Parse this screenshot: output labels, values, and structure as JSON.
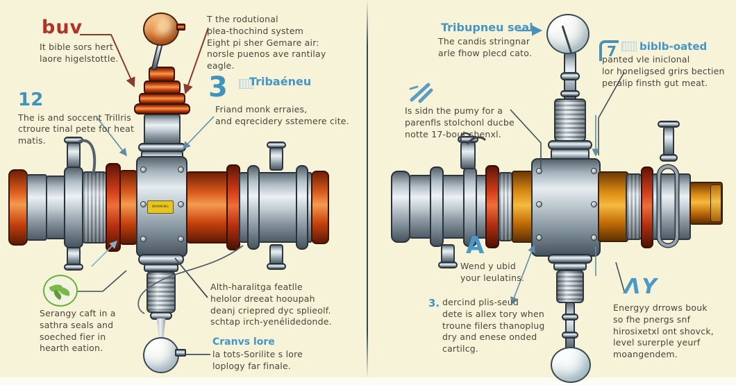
{
  "left_panel": {
    "buv": {
      "title": "buv",
      "body": "It bible sors hert\nlaore higelstottle."
    },
    "label12": {
      "number": "12",
      "body": "The is and soccent Trillris ctroure tinal pete for heat matis."
    },
    "rodutional": {
      "body": "T the rodutional\nplea-thochind system\nEight pi sher Gemare air:\nnorsle puenos ave rantilay\neagle."
    },
    "label3": {
      "number": "3",
      "title": "Tribaéneu",
      "body": "Friand monk erraies,\nand eqrecidery sstemere cite."
    },
    "serangy": {
      "body": "Serangy caft in a\nsathra seals and\nsoeched fier in\nhearth eation."
    },
    "alth": {
      "body": "Alth-haralitga featlle\nhelolor dreeat hooupah\ndeanj criepred dyc splieolf.\nschtap irch-yenélidedonde."
    },
    "cranvs": {
      "title": "Cranvs lore",
      "body": "la tots-Sorilite s lore\nloplogy far finale."
    },
    "warning_label": "WARNING"
  },
  "right_panel": {
    "tribupneu": {
      "title": "Tribupneu seal",
      "body": "The candis stringnar\narle fhow plecd cato."
    },
    "biblb": {
      "glyph": "7",
      "title": "biblb-oated",
      "body": "panted vle iniclonal\nlor honeligsed grirs bectien\nperalip finsth gut meat."
    },
    "issidn": {
      "body": "Is sidn the pumy for a\nparenfls stolchonl ducbe\nnotte 17-bout shenxl."
    },
    "wendy": {
      "glyph": "A",
      "body": "Wend y ubid\nyour leulatins."
    },
    "dercind": {
      "number": "3.",
      "body": "dercind plis-seud\ndete is allex tory when\ntroune filers thanoplug\ndry and enese onded\ncartilcg."
    },
    "energy": {
      "glyph": "ΛY",
      "body": "Energyy drrows bouk\nso fhe pnergs snf\nhirosixetxl ont shovck,\nlevel surerple yeurf\nmoangendem."
    }
  },
  "colors": {
    "background": "#f7f3d9",
    "accent_blue": "#4596c4",
    "accent_red": "#b33226",
    "machine_orange": "#d85a1b",
    "machine_amber": "#e8a020",
    "ring_red": "#cf3c17",
    "leaf_green": "#6fae3a"
  }
}
